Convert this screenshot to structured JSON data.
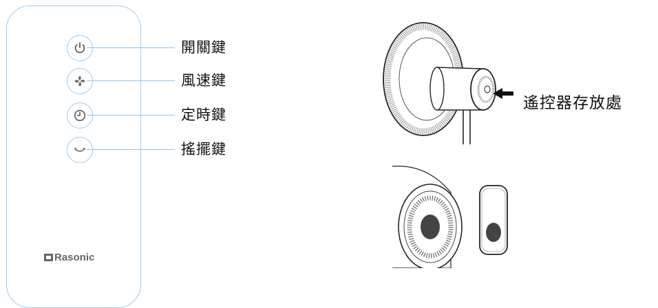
{
  "remote": {
    "brand": "Rasonic",
    "buttons": [
      {
        "icon": "power-icon",
        "label": "開關鍵"
      },
      {
        "icon": "fan-icon",
        "label": "風速鍵"
      },
      {
        "icon": "timer-icon",
        "label": "定時鍵"
      },
      {
        "icon": "oscillate-icon",
        "label": "搖擺鍵"
      }
    ]
  },
  "fan": {
    "storage_label": "遙控器存放處"
  },
  "colors": {
    "outline": "#9fcbee",
    "icon": "#6e6e6e",
    "text": "#111111"
  }
}
